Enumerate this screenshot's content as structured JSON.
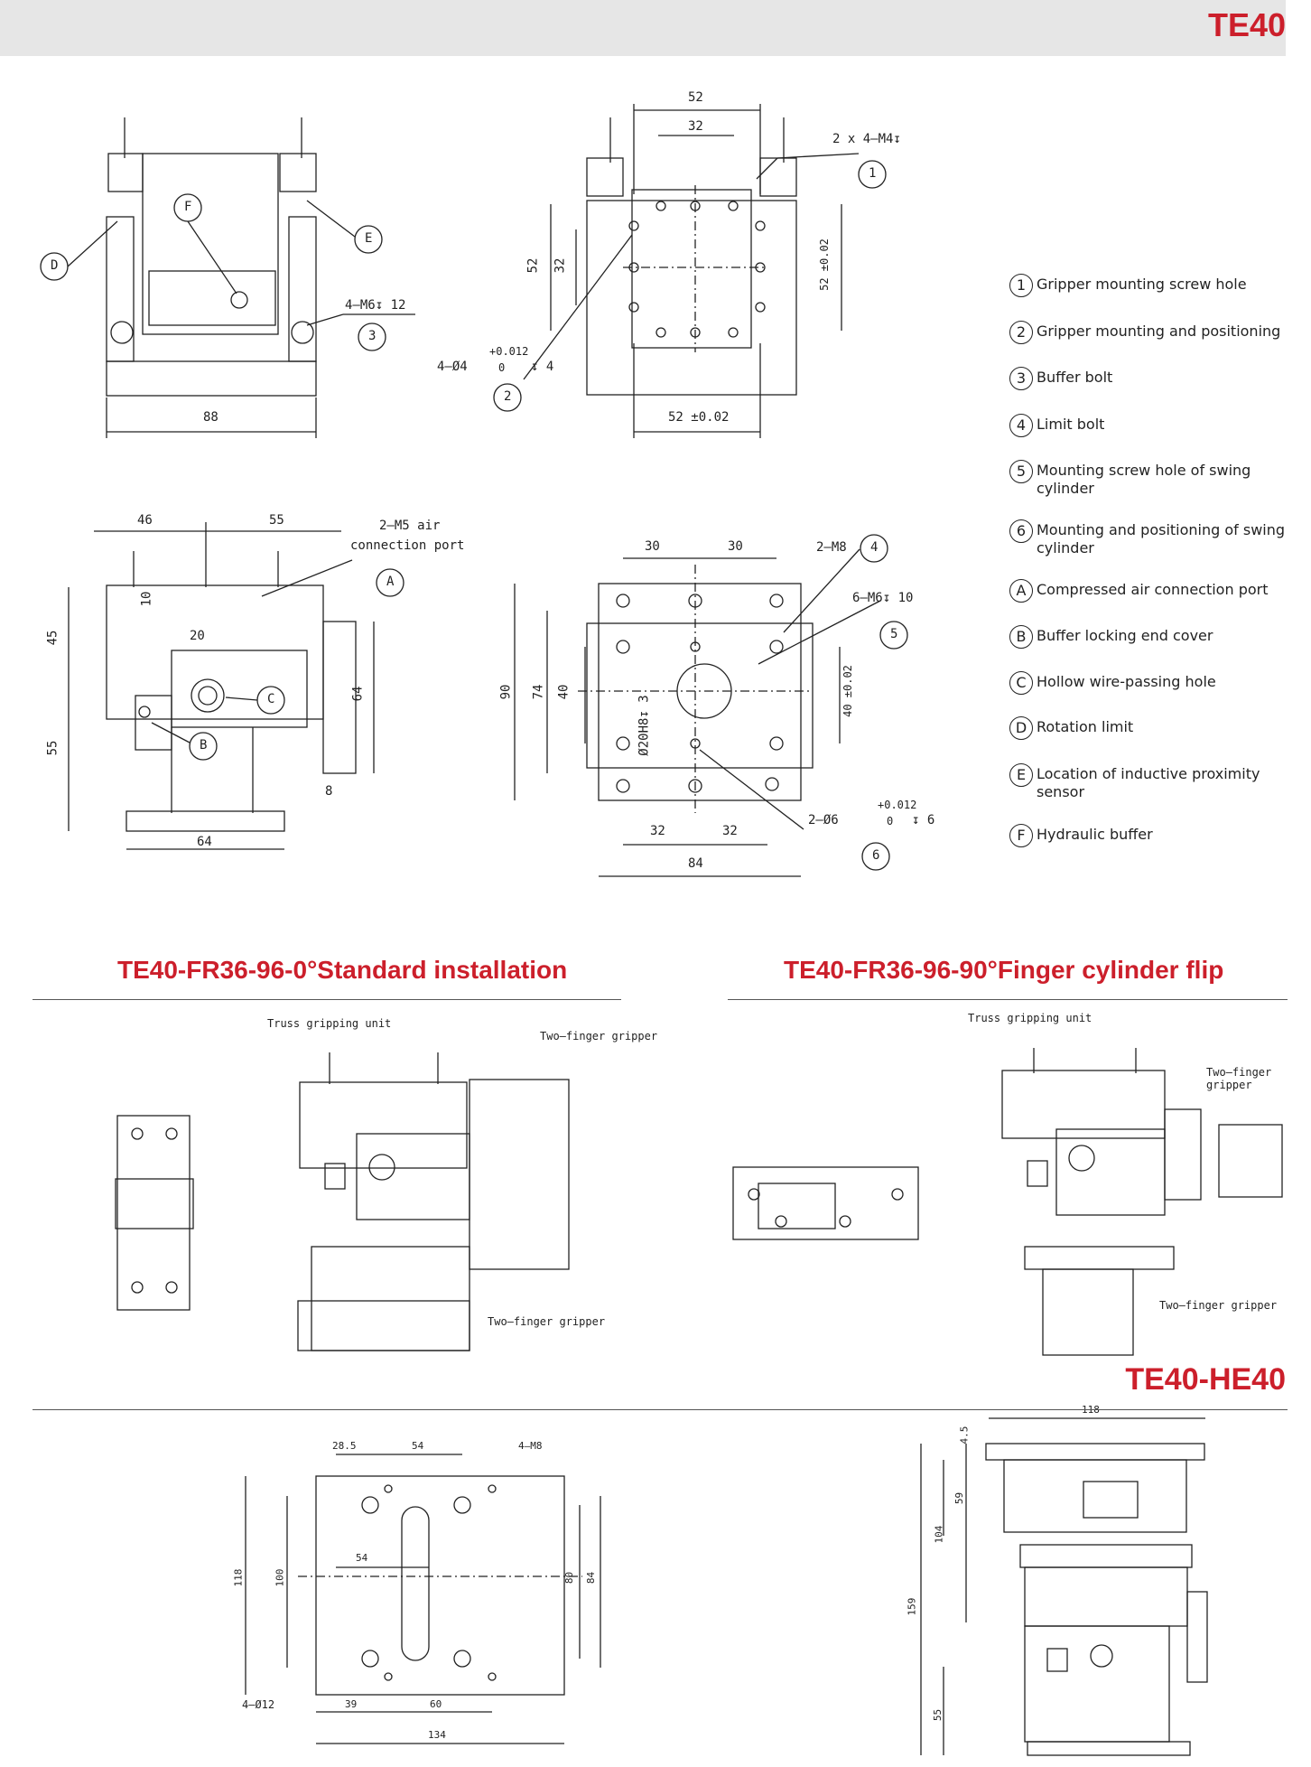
{
  "header": {
    "model": "TE40"
  },
  "drawings": {
    "front": {
      "labels": [
        "F",
        "E",
        "D",
        "3"
      ],
      "callout_m6": "4—M6↧ 12",
      "dim_width": "88"
    },
    "top": {
      "dims": [
        "52",
        "32",
        "52",
        "32",
        "52 ±0.02",
        "52 ±0.02"
      ],
      "callout_m4": "2 x 4—M4↧",
      "callout_pin": "4—Ø4",
      "tol_upper": "+0.012",
      "tol_lower": "0",
      "depth": "↧ 4",
      "labels": [
        "1",
        "2"
      ]
    },
    "side": {
      "dims": [
        "46",
        "55",
        "10",
        "20",
        "45",
        "55",
        "64",
        "8",
        "64"
      ],
      "callout_air": "2—M5 air",
      "callout_air2": "connection port",
      "labels": [
        "A",
        "B",
        "C"
      ]
    },
    "base": {
      "dims": [
        "30",
        "30",
        "90",
        "74",
        "40",
        "40 ±0.02",
        "32",
        "32",
        "84"
      ],
      "callout_m8": "2—M8",
      "callout_m6": "6—M6↧ 10",
      "callout_bore": "Ø20H8↧ 3",
      "callout_pin": "2—Ø6",
      "tol_upper": "+0.012",
      "tol_lower": "0",
      "depth": "↧ 6",
      "labels": [
        "4",
        "5",
        "6"
      ]
    }
  },
  "legend": [
    {
      "marker": "1",
      "text": "Gripper mounting screw hole"
    },
    {
      "marker": "2",
      "text": "Gripper mounting and positioning"
    },
    {
      "marker": "3",
      "text": "Buffer bolt"
    },
    {
      "marker": "4",
      "text": "Limit bolt"
    },
    {
      "marker": "5",
      "text": "Mounting screw hole of swing cylinder"
    },
    {
      "marker": "6",
      "text": "Mounting and positioning of swing cylinder"
    },
    {
      "marker": "A",
      "text": "Compressed air connection port"
    },
    {
      "marker": "B",
      "text": "Buffer locking end cover"
    },
    {
      "marker": "C",
      "text": "Hollow wire-passing hole"
    },
    {
      "marker": "D",
      "text": "Rotation limit"
    },
    {
      "marker": "E",
      "text": "Location of inductive proximity sensor"
    },
    {
      "marker": "F",
      "text": "Hydraulic buffer"
    }
  ],
  "sections": {
    "standard": {
      "title": "TE40-FR36-96-0°Standard installation",
      "truss": "Truss gripping unit",
      "gripper1": "Two—finger gripper",
      "gripper2": "Two—finger gripper"
    },
    "flip": {
      "title": "TE40-FR36-96-90°Finger cylinder flip",
      "truss": "Truss gripping unit",
      "gripper1": "Two—finger gripper",
      "gripper2": "Two—finger gripper"
    },
    "he40": {
      "title": "TE40-HE40"
    }
  },
  "he40_plate": {
    "dims": [
      "28.5",
      "54",
      "4—M8",
      "54",
      "118",
      "100",
      "80",
      "84",
      "4—Ø12",
      "39",
      "60",
      "134"
    ]
  },
  "he40_side": {
    "dims": [
      "4.5",
      "118",
      "59",
      "104",
      "159",
      "55"
    ]
  }
}
